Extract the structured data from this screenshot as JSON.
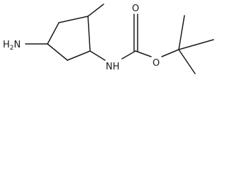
{
  "molecule": {
    "atoms": {
      "amine_label": "H2N",
      "carbamate_nh_label": "NH",
      "carbonyl_oxygen_label": "O",
      "ester_oxygen_label": "O"
    }
  },
  "colors": {
    "bond": "#1a1a1a",
    "background": "#ffffff"
  }
}
